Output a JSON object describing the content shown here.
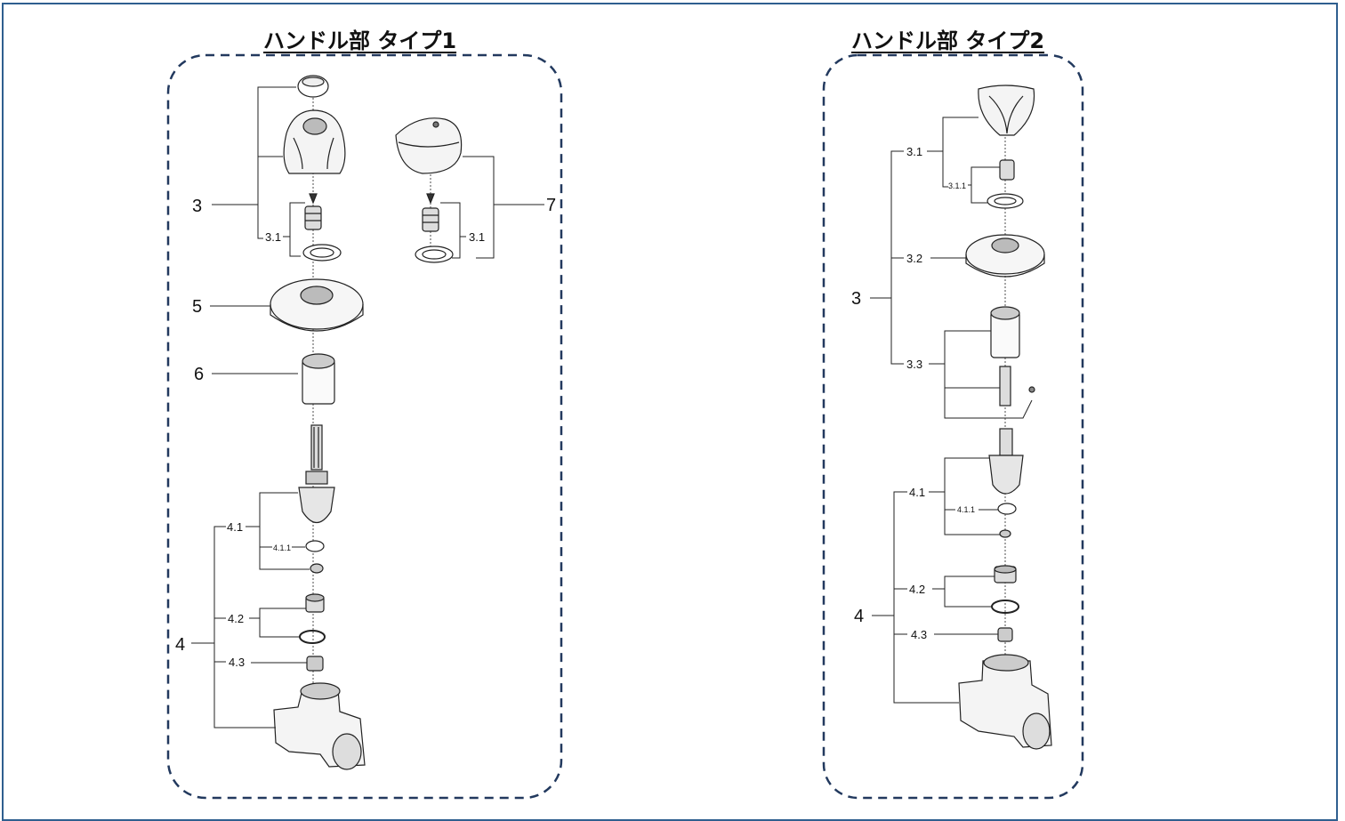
{
  "type1": {
    "title": "ハンドル部 タイプ1",
    "labels": {
      "n3": "3",
      "n5": "5",
      "n6": "6",
      "n7": "7",
      "n4": "4",
      "n31a": "3.1",
      "n31b": "3.1",
      "n41": "4.1",
      "n411": "4.1.1",
      "n42": "4.2",
      "n43": "4.3"
    }
  },
  "type2": {
    "title": "ハンドル部 タイプ2",
    "labels": {
      "n3": "3",
      "n31": "3.1",
      "n311": "3.1.1",
      "n32": "3.2",
      "n33": "3.3",
      "n4": "4",
      "n41": "4.1",
      "n411": "4.1.1",
      "n42": "4.2",
      "n43": "4.3"
    }
  },
  "colors": {
    "frame": "#2f5f8f",
    "dash": "#22395e",
    "line": "#222222"
  }
}
